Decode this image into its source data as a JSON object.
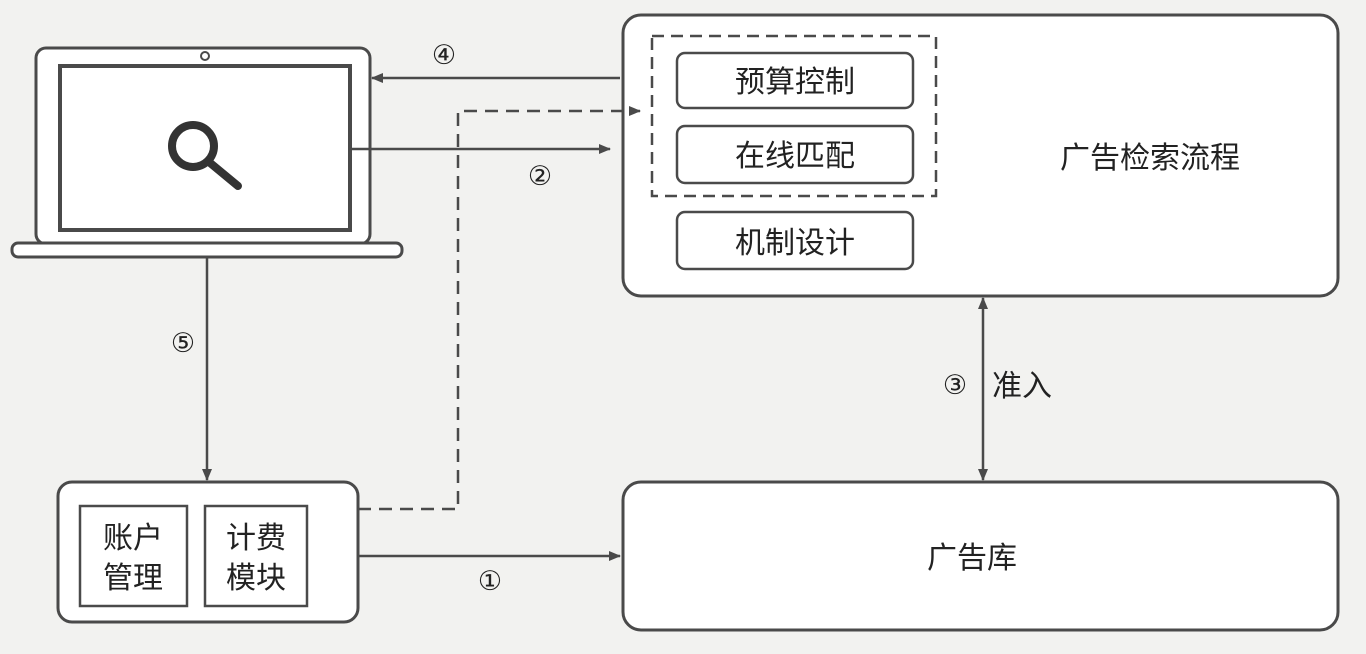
{
  "colors": {
    "stroke": "#4a4a4a",
    "fill": "#ffffff",
    "text": "#222222",
    "background": "#f2f2f0"
  },
  "icons": {
    "laptop": "laptop-icon",
    "search": "search-icon"
  },
  "flow": {
    "title": "广告检索流程",
    "items": [
      "预算控制",
      "在线匹配",
      "机制设计"
    ]
  },
  "library": {
    "title": "广告库"
  },
  "account": {
    "line1": "账户",
    "line2": "管理"
  },
  "billing": {
    "line1": "计费",
    "line2": "模块"
  },
  "labels": {
    "step1": "①",
    "step2": "②",
    "step3": "③",
    "step4": "④",
    "step5": "⑤",
    "access": "准入"
  }
}
